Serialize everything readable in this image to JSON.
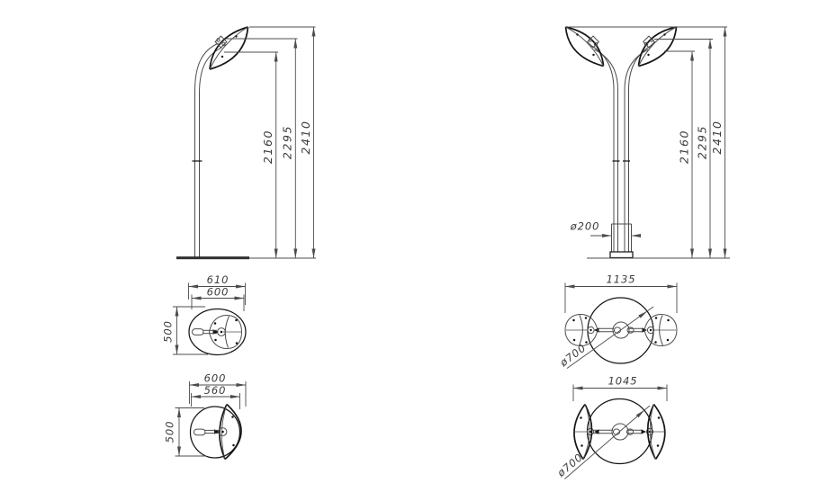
{
  "drawing": {
    "colors": {
      "background": "#ffffff",
      "line": "#4c4c4c",
      "dark": "#161616",
      "text": "#3c3c3c"
    },
    "views": {
      "side": {
        "h1": "2160",
        "h2": "2295",
        "h3": "2410"
      },
      "front": {
        "h1": "2160",
        "h2": "2295",
        "h3": "2410",
        "base_dia": "ø200"
      },
      "top_a_single": {
        "w_outer": "610",
        "w_inner": "600",
        "depth": "500"
      },
      "top_a_double": {
        "width": "1135",
        "shade_dia": "ø700"
      },
      "top_b_single": {
        "w_outer": "600",
        "w_inner": "560",
        "depth": "500"
      },
      "top_b_double": {
        "width": "1045",
        "shade_dia": "ø700"
      }
    }
  }
}
